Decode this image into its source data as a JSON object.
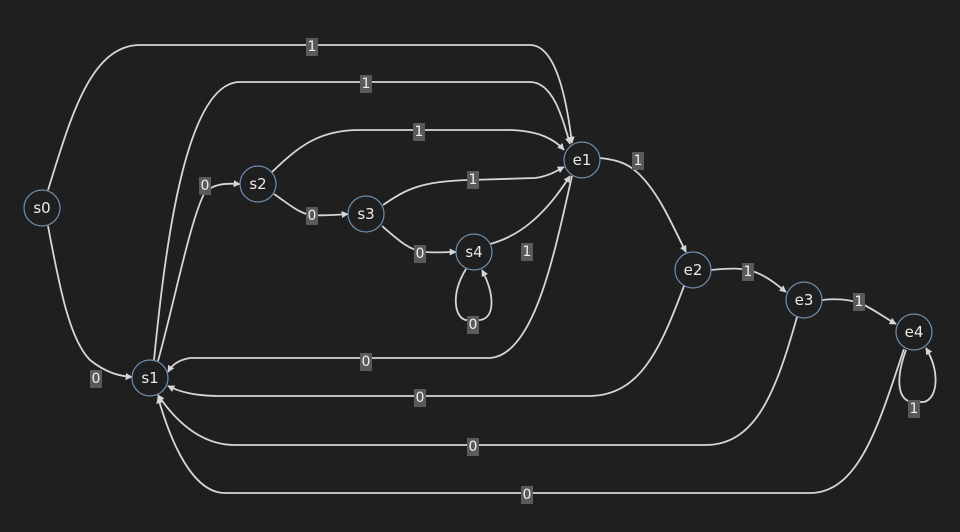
{
  "nodes": [
    {
      "id": "s0",
      "label": "s0"
    },
    {
      "id": "s1",
      "label": "s1"
    },
    {
      "id": "s2",
      "label": "s2"
    },
    {
      "id": "s3",
      "label": "s3"
    },
    {
      "id": "s4",
      "label": "s4"
    },
    {
      "id": "e1",
      "label": "e1"
    },
    {
      "id": "e2",
      "label": "e2"
    },
    {
      "id": "e3",
      "label": "e3"
    },
    {
      "id": "e4",
      "label": "e4"
    }
  ],
  "edges": [
    {
      "from": "s0",
      "to": "e1",
      "label": "1"
    },
    {
      "from": "s0",
      "to": "s1",
      "label": "0"
    },
    {
      "from": "s1",
      "to": "e1",
      "label": "1"
    },
    {
      "from": "s1",
      "to": "s2",
      "label": "0"
    },
    {
      "from": "s2",
      "to": "e1",
      "label": "1"
    },
    {
      "from": "s2",
      "to": "s3",
      "label": "0"
    },
    {
      "from": "s3",
      "to": "e1",
      "label": "1"
    },
    {
      "from": "s3",
      "to": "s4",
      "label": "0"
    },
    {
      "from": "s4",
      "to": "e1",
      "label": "1"
    },
    {
      "from": "s4",
      "to": "s4",
      "label": "0"
    },
    {
      "from": "e1",
      "to": "e2",
      "label": "1"
    },
    {
      "from": "e1",
      "to": "s1",
      "label": "0"
    },
    {
      "from": "e2",
      "to": "e3",
      "label": "1"
    },
    {
      "from": "e2",
      "to": "s1",
      "label": "0"
    },
    {
      "from": "e3",
      "to": "e4",
      "label": "1"
    },
    {
      "from": "e3",
      "to": "s1",
      "label": "0"
    },
    {
      "from": "e4",
      "to": "e4",
      "label": "1"
    },
    {
      "from": "e4",
      "to": "s1",
      "label": "0"
    }
  ],
  "colors": {
    "background": "#1f1f1f",
    "edge": "#d6d6d6",
    "node_border": "#6f8fae",
    "label_background": "#5a5a5a",
    "text": "#eaeaea"
  }
}
